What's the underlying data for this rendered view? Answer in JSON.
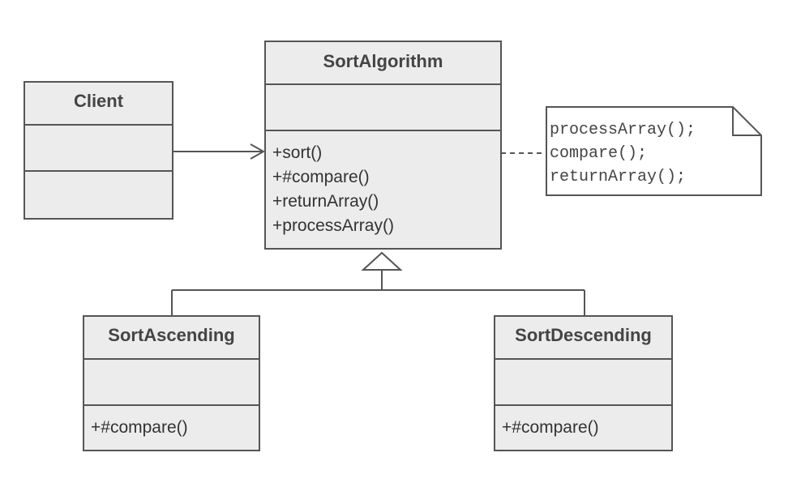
{
  "classes": {
    "client": {
      "name": "Client",
      "methods": []
    },
    "sort_algorithm": {
      "name": "SortAlgorithm",
      "methods": [
        "+sort()",
        "+#compare()",
        "+returnArray()",
        "+processArray()"
      ]
    },
    "sort_ascending": {
      "name": "SortAscending",
      "methods": [
        "+#compare()"
      ]
    },
    "sort_descending": {
      "name": "SortDescending",
      "methods": [
        "+#compare()"
      ]
    }
  },
  "note": {
    "lines": [
      "processArray();",
      "compare();",
      "returnArray();"
    ]
  },
  "colors": {
    "box_fill": "#ececec",
    "stroke": "#555555",
    "text": "#333333"
  }
}
